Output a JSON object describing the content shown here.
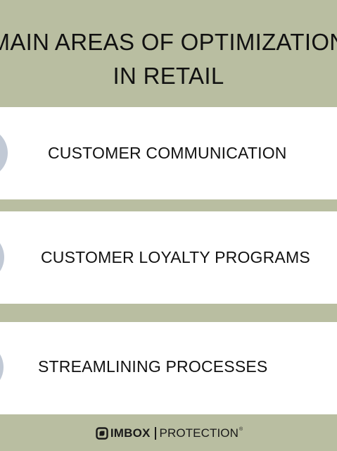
{
  "title": {
    "line1": "MAIN AREAS OF OPTIMIZATION",
    "line2": "IN RETAIL"
  },
  "items": [
    {
      "label": "CUSTOMER COMMUNICATION"
    },
    {
      "label": "CUSTOMER LOYALTY PROGRAMS"
    },
    {
      "label": "STREAMLINING PROCESSES"
    }
  ],
  "footer": {
    "brand": "IMBOX",
    "sub": "PROTECTION",
    "reg": "®"
  },
  "colors": {
    "background": "#b9bea1",
    "card": "#ffffff",
    "circle": "#c1c9d5",
    "text": "#111111"
  },
  "icons": {
    "logo": "imbox-logo-icon",
    "bullet": "circle-bullet-icon"
  }
}
